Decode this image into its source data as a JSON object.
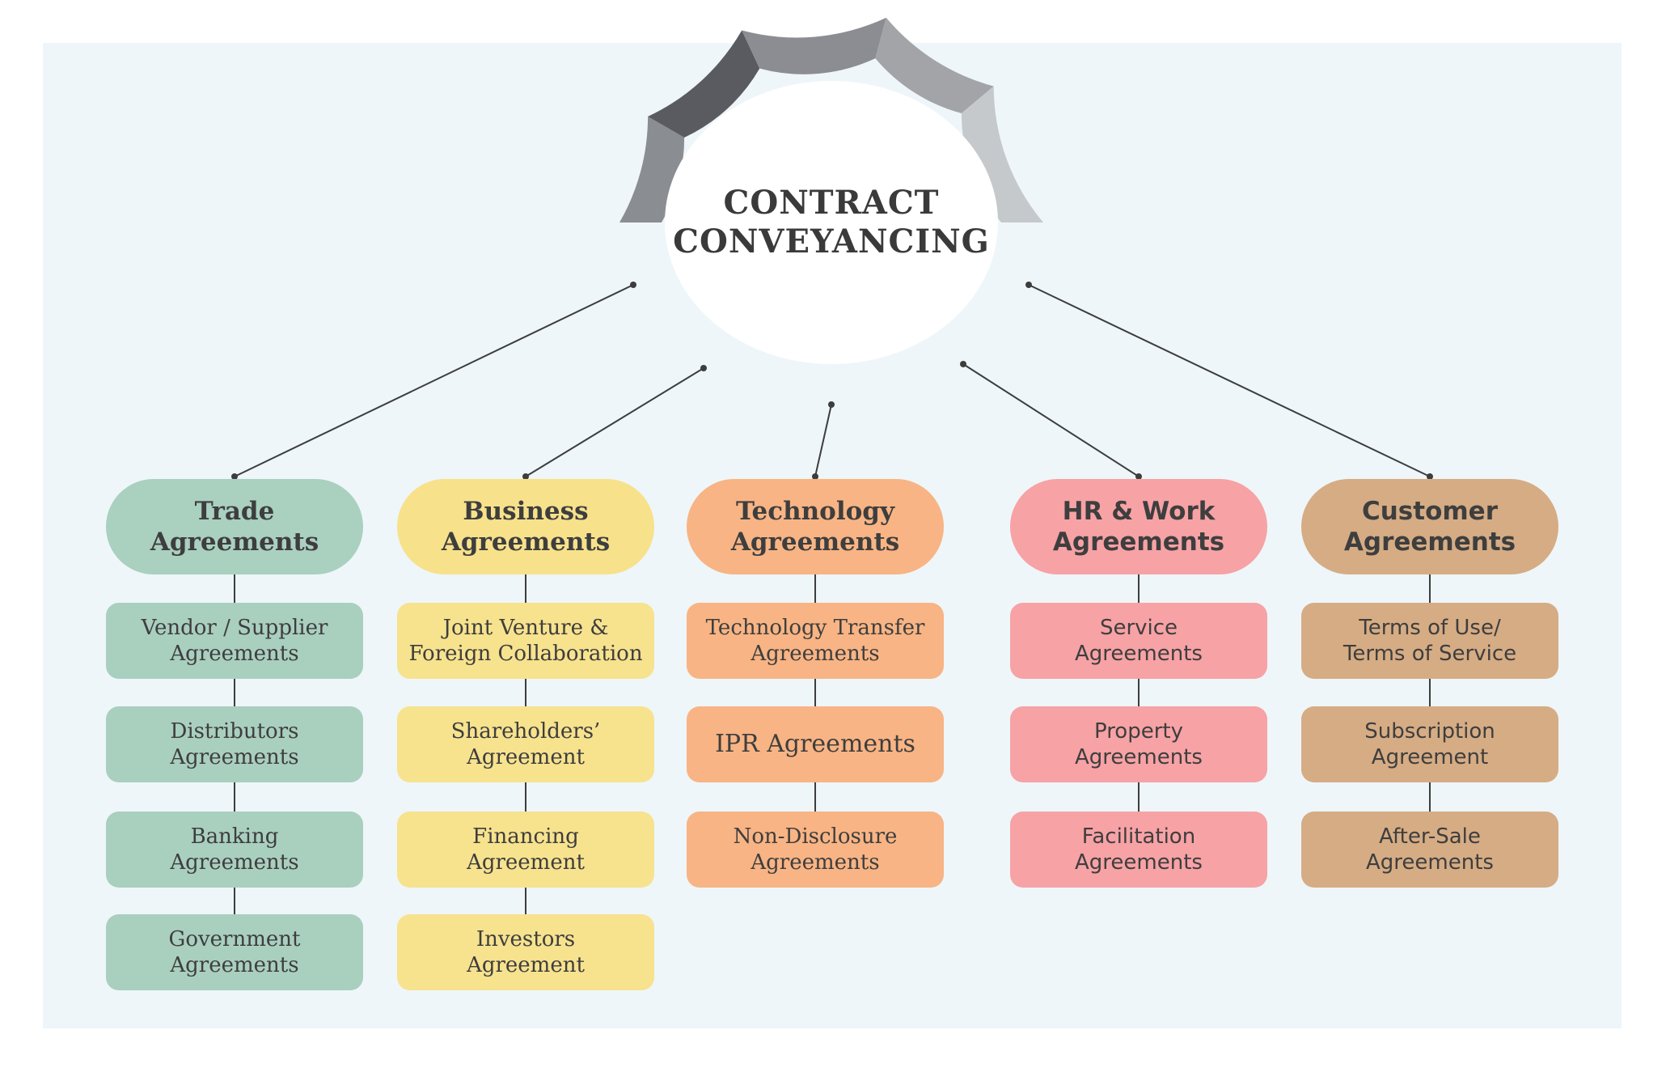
{
  "hub": {
    "title": "CONTRACT\nCONVEYANCING"
  },
  "ring_colors": [
    "#8a8d92",
    "#5a5b61",
    "#8c8d92",
    "#a3a4a8",
    "#c5c9cc"
  ],
  "line_color": "#3d3d3d",
  "columns": [
    {
      "id": "trade",
      "header": "Trade\nAgreements",
      "header_color": "#aad0c0",
      "item_color": "#a9cfbf",
      "items": [
        "Vendor / Supplier\nAgreements",
        "Distributors\nAgreements",
        "Banking\nAgreements",
        "Government\nAgreements"
      ]
    },
    {
      "id": "business",
      "header": "Business\nAgreements",
      "header_color": "#f7e18b",
      "item_color": "#f7e28e",
      "items": [
        "Joint Venture &\nForeign Collaboration",
        "Shareholders’\nAgreement",
        "Financing\nAgreement",
        "Investors\nAgreement"
      ]
    },
    {
      "id": "technology",
      "header": "Technology\nAgreements",
      "header_color": "#f8b484",
      "item_color": "#f8b484",
      "items": [
        "Technology Transfer\nAgreements",
        "IPR Agreements",
        "Non-Disclosure\nAgreements"
      ]
    },
    {
      "id": "hr",
      "header": "HR & Work\nAgreements",
      "header_color": "#f7a2a5",
      "item_color": "#f7a2a5",
      "items": [
        "Service\nAgreements",
        "Property\nAgreements",
        "Facilitation\nAgreements"
      ]
    },
    {
      "id": "customer",
      "header": "Customer\nAgreements",
      "header_color": "#d6ac84",
      "item_color": "#d6ac84",
      "items": [
        "Terms of Use/\nTerms of Service",
        "Subscription\nAgreement",
        "After-Sale\nAgreements"
      ]
    }
  ]
}
